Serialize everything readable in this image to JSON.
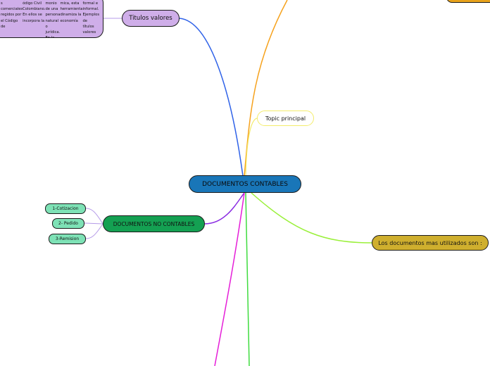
{
  "central": {
    "label": "DOCUMENTOS CONTABLES"
  },
  "branches": {
    "titulos_valores": {
      "label": "Titulos valores",
      "description": [
        "s comerciales regidos por el Código de",
        "ódigo Civil Colombiano. En ellos se incorpora la",
        "monio de una persona natural o jurídica. En la",
        "mica, esta herramienta dinamiza la economía",
        "formal e informal. Ejemplos de títulos valores"
      ]
    },
    "topic_principal": {
      "label": "Topic principal"
    },
    "documentos_no_contables": {
      "label": "DOCUMENTOS NO CONTABLES",
      "children": [
        "1-Cotizacion",
        "2- Pedido",
        "3-Remision"
      ]
    },
    "documentos_usados": {
      "label": "Los documentos mas utilizados son :"
    }
  },
  "colors": {
    "central": "#1976b8",
    "titulos_valores": "#cfaee9",
    "no_contables": "#14a052",
    "no_contables_children": "#7ee2b6",
    "documentos_usados": "#cfaf2e",
    "top_corner_node": "#e8a21b",
    "link_titulos": "#2f62e8",
    "link_orange": "#f6a21d",
    "link_topic": "#f3ec6b",
    "link_no_contables": "#8a2be2",
    "link_children": "#b59be8",
    "link_usados": "#9af03a",
    "link_magenta": "#e51ed8",
    "link_green": "#3fdc3f"
  }
}
